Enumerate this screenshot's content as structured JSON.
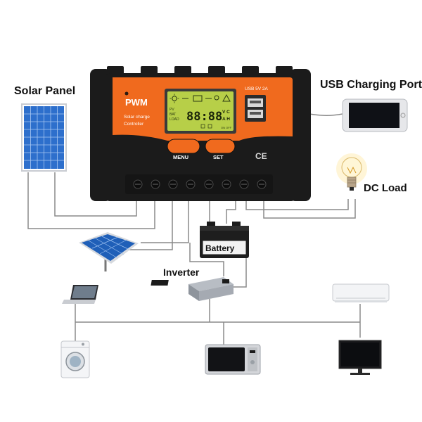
{
  "labels": {
    "solar_panel": "Solar Panel",
    "usb_port": "USB Charging Port",
    "dc_load": "DC Load",
    "battery": "Battery",
    "inverter": "Inverter"
  },
  "controller": {
    "brand": "PWM",
    "subtitle_1": "Solar charge",
    "subtitle_2": "Controller",
    "usb_spec": "USB 5V 2A",
    "display_digits": "88:88",
    "display_units_top": "V C",
    "display_units_bottom": "A H",
    "display_row_pv": "PV",
    "display_row_bat": "BAT",
    "display_row_load": "LOAD",
    "display_on_off": "ON OFF",
    "menu_label": "MENU",
    "set_label": "SET",
    "ce_mark": "CE"
  },
  "colors": {
    "controller_orange": "#F06A1E",
    "controller_body": "#1B1B1B",
    "lcd_green": "#B7CF48",
    "wire": "#8A8A8A",
    "panel_blue": "#2D6FCC"
  }
}
